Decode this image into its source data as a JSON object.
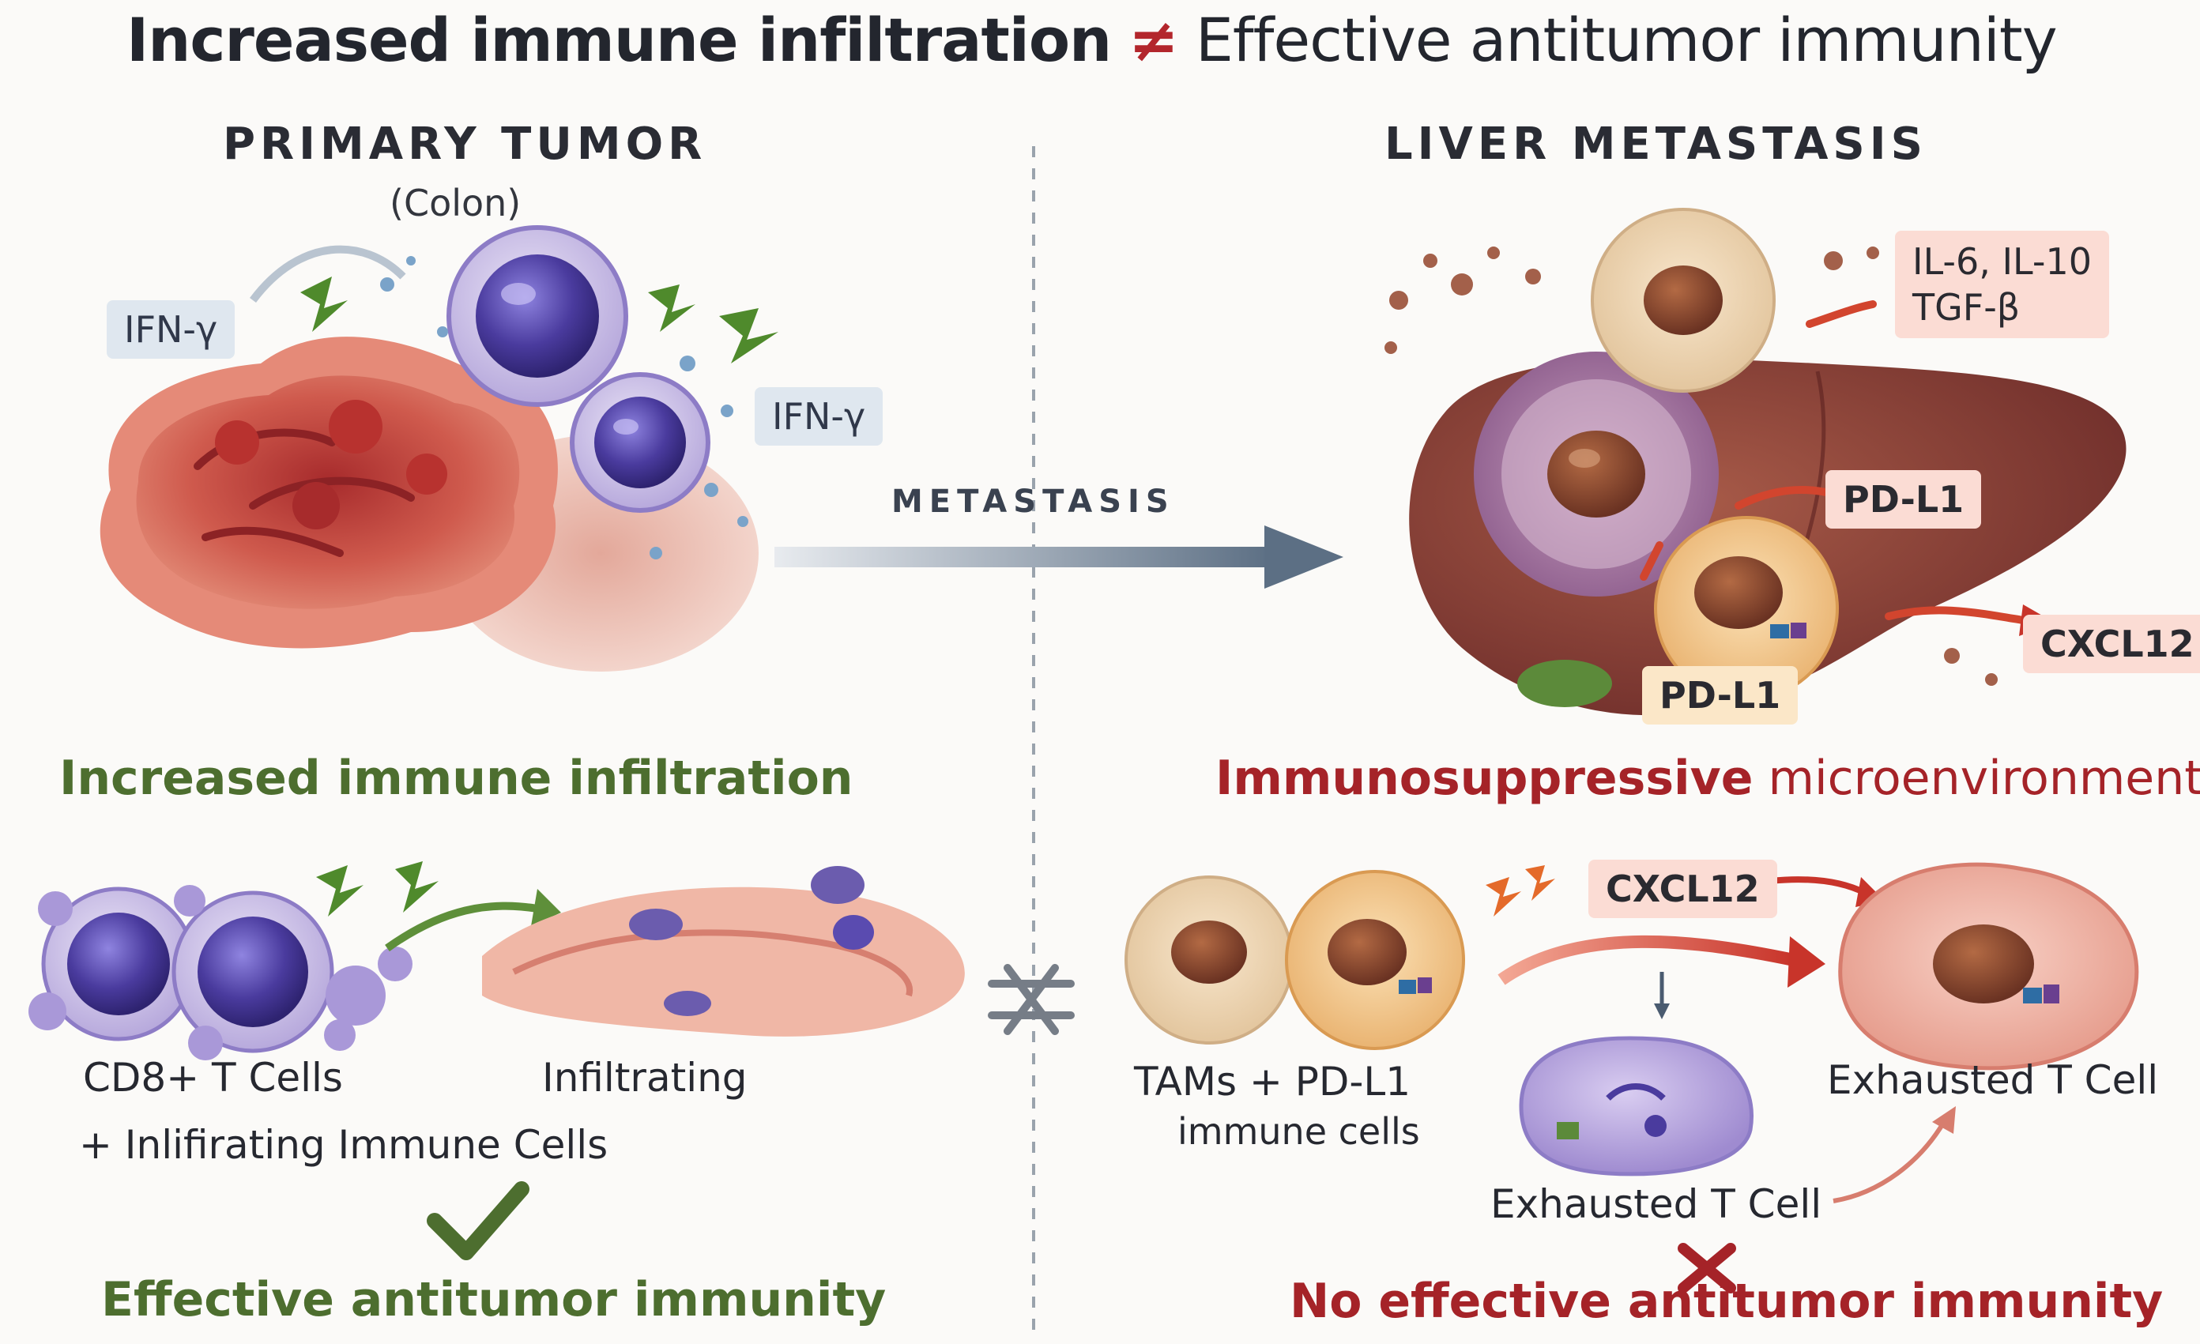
{
  "title": {
    "left": "Increased immune infiltration",
    "neq": "≠",
    "right": "Effective antitumor immunity"
  },
  "left_panel": {
    "heading": "PRIMARY TUMOR",
    "subheading": "(Colon)",
    "ifn_label_1": "IFN-γ",
    "ifn_label_2": "IFN-γ",
    "section_heading": "Increased immune infiltration",
    "cd8_label": "CD8+ T Cells",
    "cd8_sub": "+ Inlifirating Immune Cells",
    "infiltrating_label": "Infiltrating",
    "result": "Effective antitumor immunity",
    "result_icon": "check-icon"
  },
  "center": {
    "arrow_label": "METASTASIS",
    "neq_symbol": "≠"
  },
  "right_panel": {
    "heading": "LIVER METASTASIS",
    "cytokines_line1": "IL-6, IL-10",
    "cytokines_line2": "TGF-β",
    "pdl1_label_1": "PD-L1",
    "pdl1_label_2": "PD-L1",
    "cxcl12_label_1": "CXCL12",
    "section_heading_bold": "Immunosuppressive",
    "section_heading_rest": " microenvironment",
    "cxcl12_label_2": "CXCL12",
    "tams_label": "TAMs  + PD-L1",
    "tams_sub": "immune cells",
    "exhausted_label_1": "Exhausted T Cell",
    "exhausted_label_2": "Exhausted T Cell",
    "result": "No effective antitumor immunity",
    "result_icon": "cross-icon"
  },
  "colors": {
    "positive": "#4d6e2f",
    "negative": "#a52328",
    "neq_red": "#b3262c",
    "tcell_purple": "#5a4bb0",
    "tumor_red": "#c8463f",
    "liver_brown": "#8a3f35"
  }
}
